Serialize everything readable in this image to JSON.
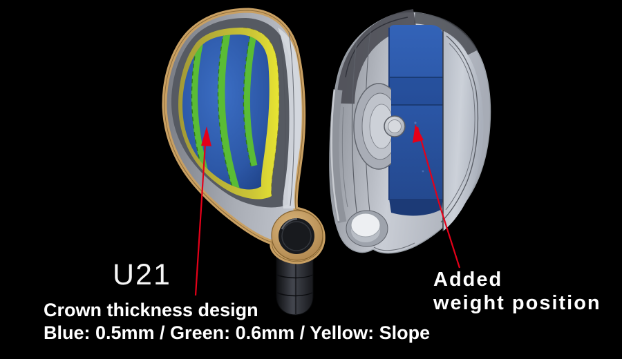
{
  "scene": {
    "background": "#000000",
    "text_color": "#ffffff",
    "arrow_color": "#e50019"
  },
  "left_view": {
    "model_label": "U21",
    "caption_title": "Crown thickness design",
    "caption_detail": "Blue: 0.5mm / Green: 0.6mm / Yellow: Slope",
    "colors": {
      "edge_tan": "#c9a063",
      "crown_blue": "#2e5cad",
      "stripe_green": "#5abc35",
      "slope_yellow": "#e6e330",
      "body_gray": "#b7bbc3"
    }
  },
  "right_view": {
    "caption_line1": "Added",
    "caption_line2": "weight position",
    "colors": {
      "weight_blue": "#2e57a8",
      "body_gray": "#b9bec8"
    }
  }
}
